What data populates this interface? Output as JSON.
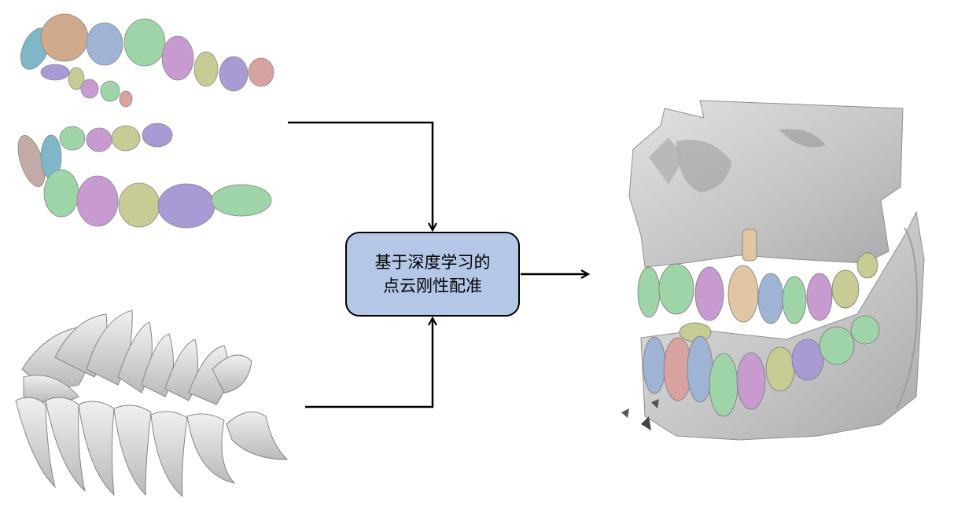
{
  "process": {
    "line1": "基于深度学习的",
    "line2": "点云刚性配准"
  },
  "colors": {
    "box_fill": "#b4c7e7",
    "arrow": "#000000",
    "bone": "#c9c9c9",
    "tooth_palette": [
      "#7fb6c8",
      "#cfa98c",
      "#9fb4d4",
      "#9fd3a8",
      "#c79ad0",
      "#c8cb94",
      "#a99ad6",
      "#d8a2a0",
      "#c4aaa6",
      "#e0c6a2"
    ]
  },
  "icons": [
    "segmented-teeth-mesh",
    "cbct-teeth-point-cloud",
    "registered-skull-model"
  ]
}
